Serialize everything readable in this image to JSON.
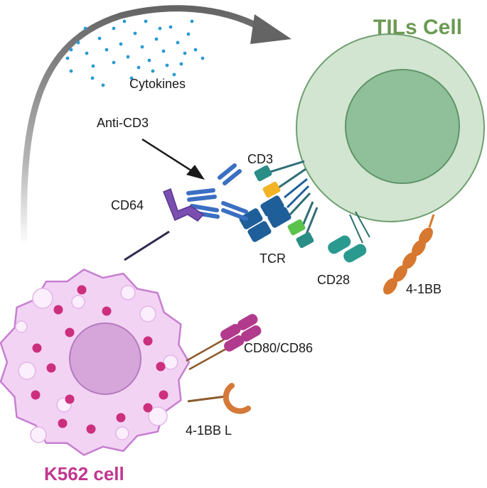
{
  "labels": {
    "tils_cell": "TILs Cell",
    "k562_cell": "K562 cell",
    "cytokines": "Cytokines",
    "anti_cd3": "Anti-CD3",
    "cd3": "CD3",
    "cd64": "CD64",
    "tcr": "TCR",
    "cd28": "CD28",
    "four_1bb": "4-1BB",
    "cd80_cd86": "CD80/CD86",
    "four_1bb_l": "4-1BB L"
  },
  "colors": {
    "til_outer": "#d2e5d1",
    "til_outer_stroke": "#6f9f70",
    "til_nucleus": "#8fc09a",
    "til_title": "#6c9a55",
    "k562_body": "#f2d3f4",
    "k562_stroke": "#c77fd0",
    "k562_nucleus": "#d6a5da",
    "k562_title": "#c2378f",
    "granule": "#cc2f7e",
    "vesicle": "#fbeefd",
    "cytokine_dot": "#2b9bd1",
    "arrow": "#646464",
    "cd64": "#7a4fb0",
    "anti_cd3": "#3b6fc1",
    "tcr": "#1f5f99",
    "cd3_teal": "#2a8e86",
    "cd3_yellow": "#f2b324",
    "cd3_green": "#5bc24c",
    "cd28": "#2a9a8f",
    "four_1bb": "#d6782f",
    "cd80": "#b23a8d",
    "four_1bb_l": "#d4793a"
  }
}
